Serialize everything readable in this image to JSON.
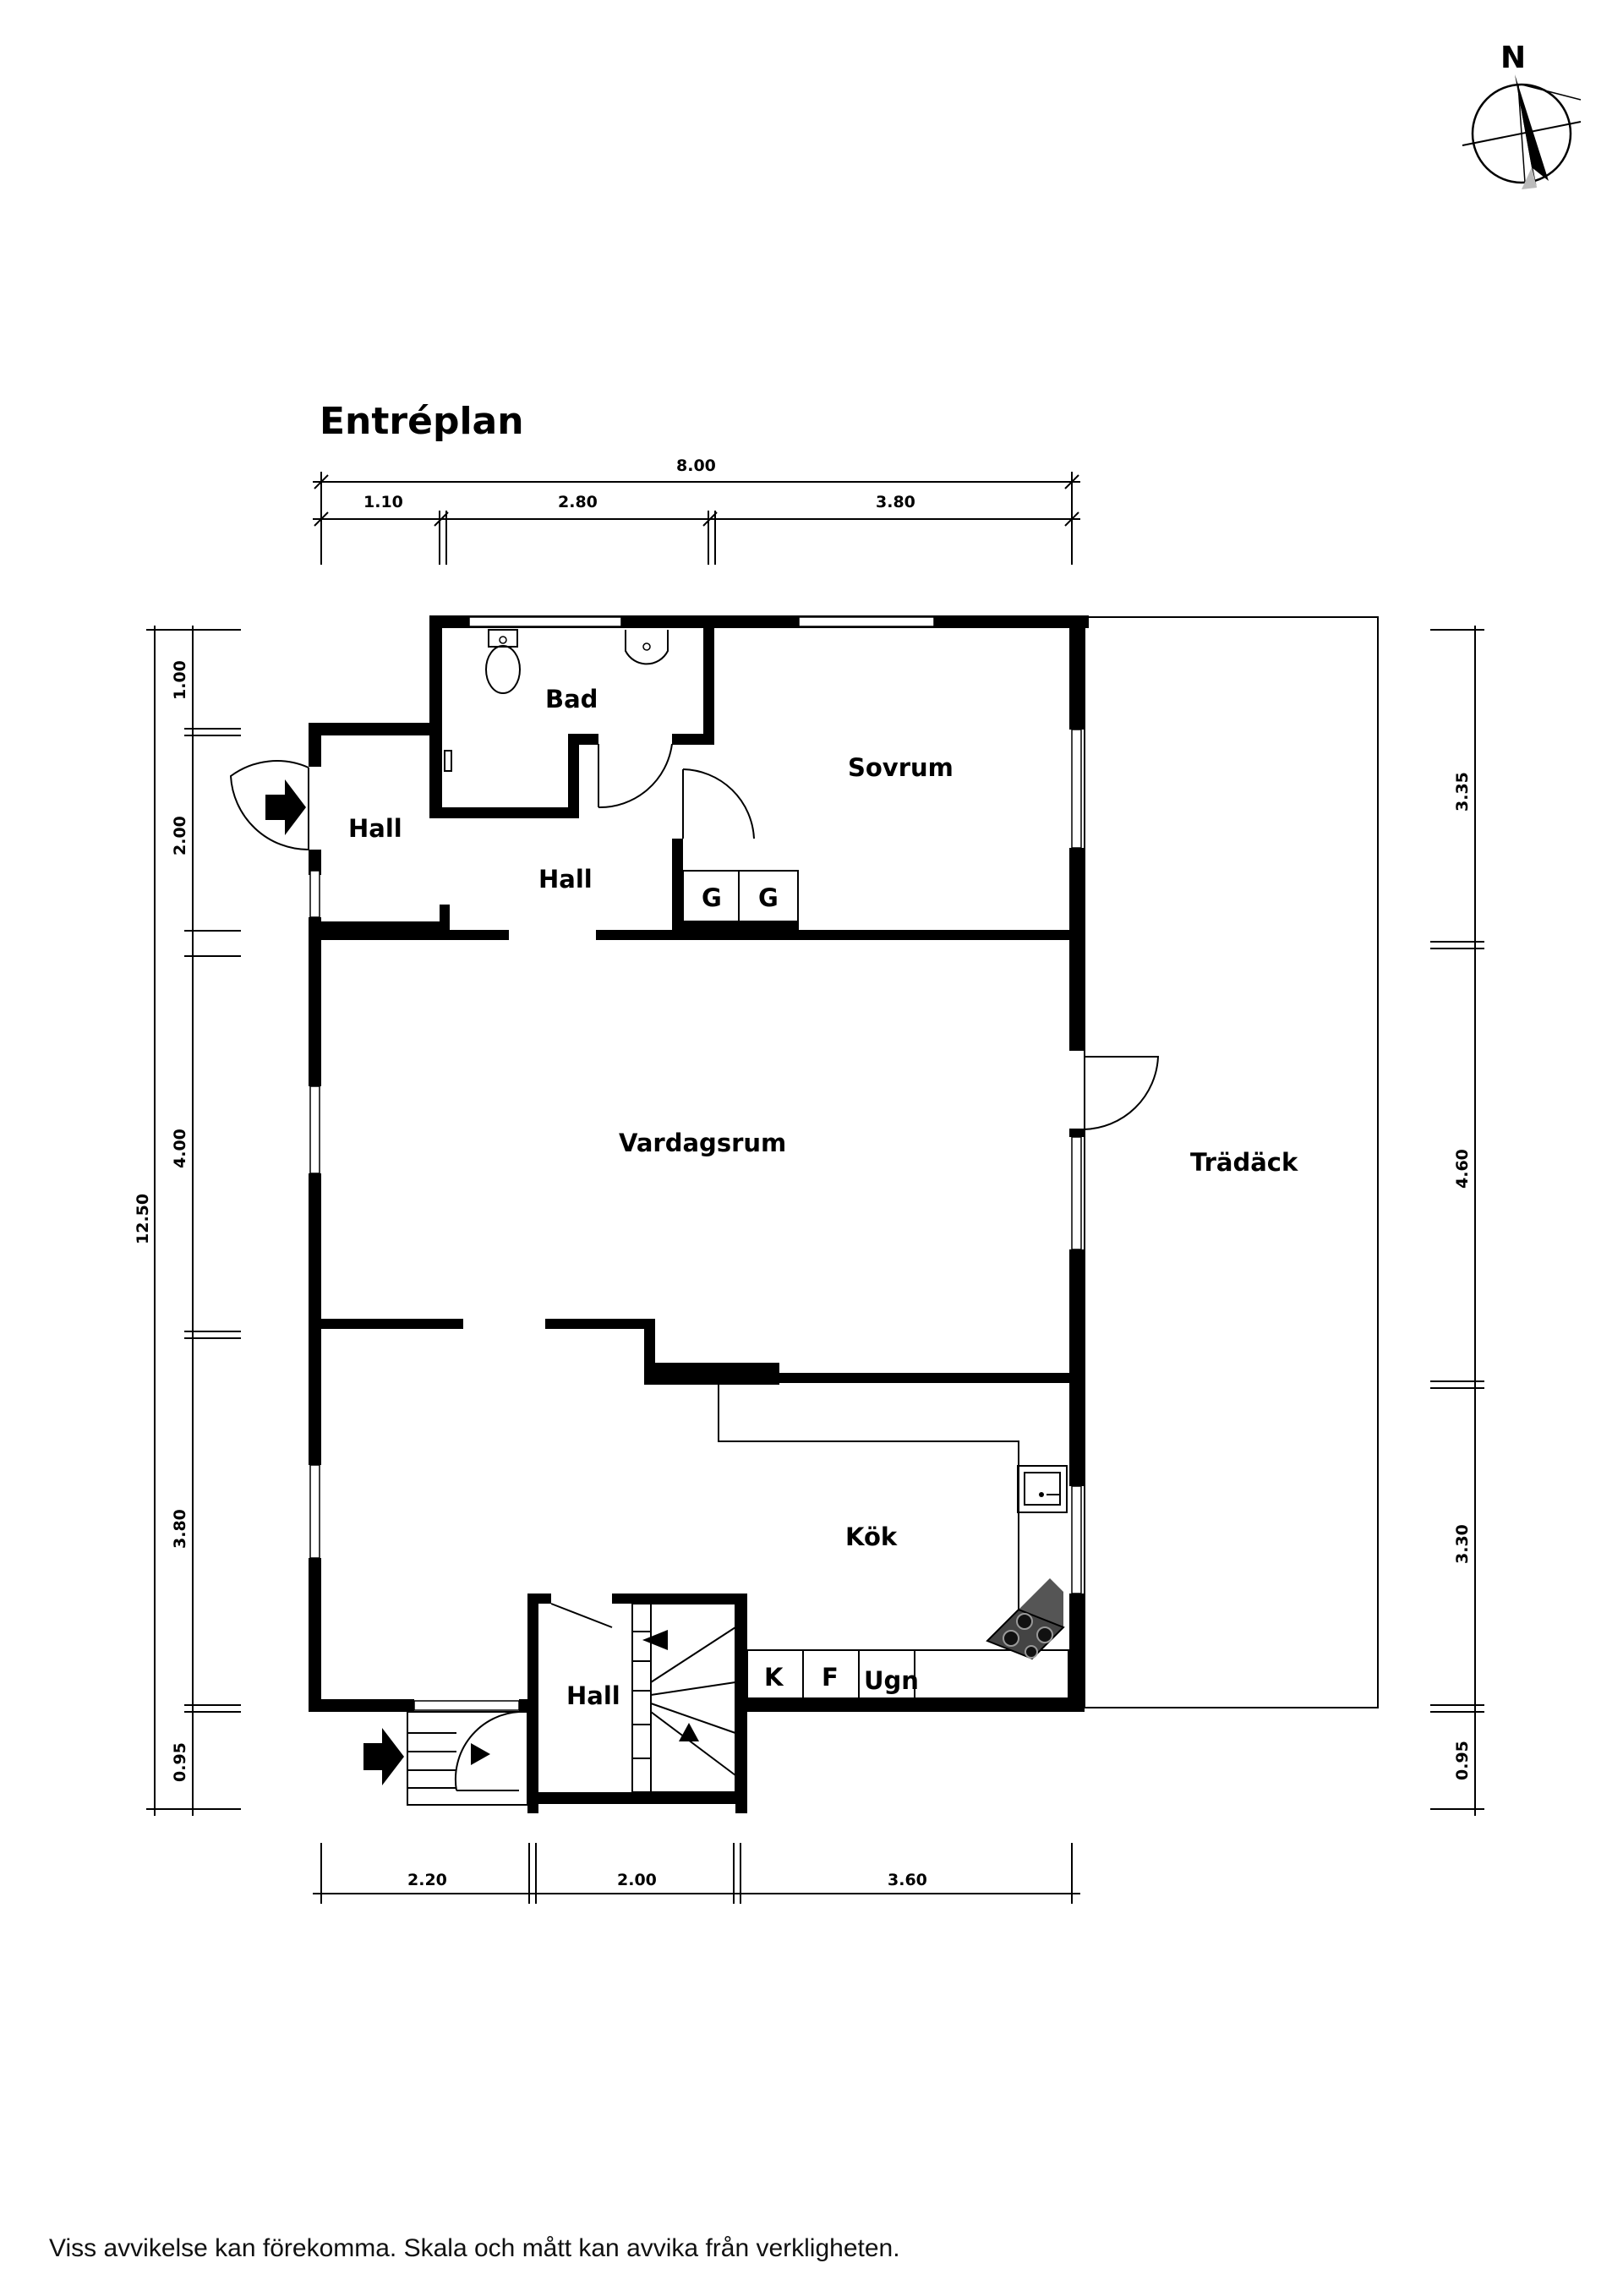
{
  "title": "Entréplan",
  "rooms": {
    "bad": "Bad",
    "sovrum": "Sovrum",
    "hall_entry": "Hall",
    "hall_mid": "Hall",
    "hall_bottom": "Hall",
    "vardagsrum": "Vardagsrum",
    "kok": "Kök",
    "tradack": "Trädäck"
  },
  "fixtures": {
    "garderob_1": "G",
    "garderob_2": "G",
    "kyl": "K",
    "frys": "F",
    "ugn": "Ugn"
  },
  "dimensions": {
    "top_total": "8.00",
    "top_segments": [
      "1.10",
      "2.80",
      "3.80"
    ],
    "bottom_segments": [
      "2.20",
      "2.00",
      "3.60"
    ],
    "left_total": "12.50",
    "left_segments": [
      "1.00",
      "2.00",
      "4.00",
      "3.80",
      "0.95"
    ],
    "right_segments": [
      "3.35",
      "4.60",
      "3.30",
      "0.95"
    ]
  },
  "compass_label": "N",
  "disclaimer": "Viss avvikelse kan förekomma. Skala och mått kan avvika från verkligheten."
}
